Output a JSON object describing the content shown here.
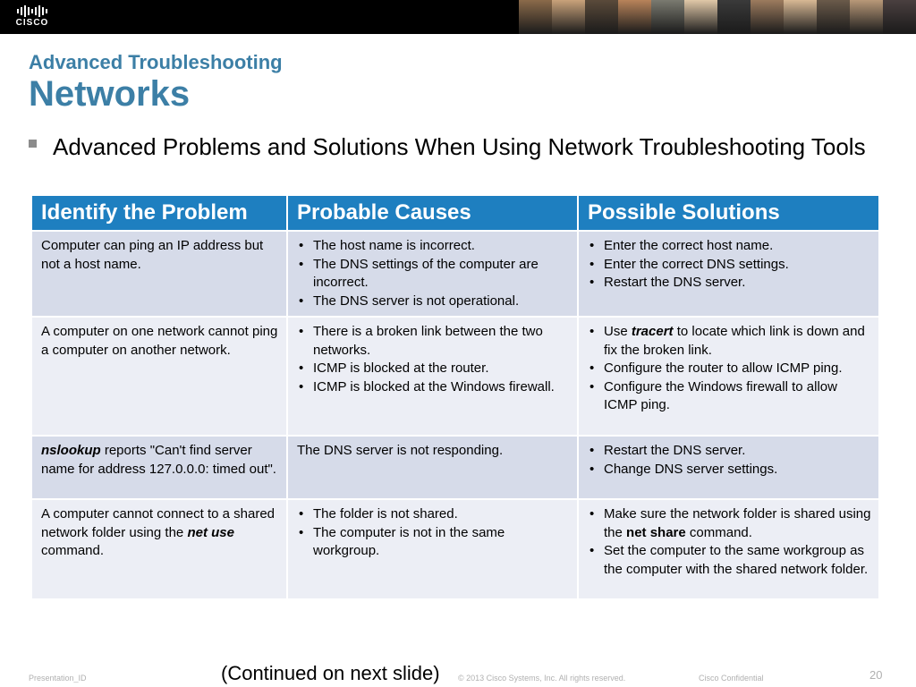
{
  "header": {
    "logo_text": "CISCO",
    "photo_colors": [
      "#8a6a4a",
      "#c9a27a",
      "#5a4a3a",
      "#b8835a",
      "#7a7a70",
      "#e0c8a8",
      "#3a3a3a",
      "#9c7b5e",
      "#d8b894",
      "#6a5a4a",
      "#b89878",
      "#4a4040"
    ]
  },
  "slide": {
    "subtitle": "Advanced Troubleshooting",
    "title": "Networks",
    "bullet": "Advanced Problems and Solutions When Using Network Troubleshooting Tools"
  },
  "table": {
    "headers": [
      "Identify the Problem",
      "Probable Causes",
      "Possible Solutions"
    ],
    "rows": [
      {
        "problem": "Computer can ping an IP address but not a host name.",
        "causes": [
          "The host name is incorrect.",
          "The DNS settings of the computer are incorrect.",
          "The DNS server is not operational."
        ],
        "solutions": [
          "Enter the correct host name.",
          "Enter the correct DNS settings.",
          "Restart the DNS server."
        ]
      },
      {
        "problem": "A computer on one network cannot ping a computer on another network.",
        "causes": [
          "There is a broken link between the two networks.",
          "ICMP is blocked at the router.",
          "ICMP is blocked at the Windows firewall."
        ],
        "solutions_1": {
          "pre": "Use ",
          "em": "tracert",
          "post": " to locate which link is down and fix the broken link."
        },
        "solutions_rest": [
          "Configure the router to allow ICMP ping.",
          "Configure the Windows firewall to allow ICMP ping."
        ]
      },
      {
        "problem_em": "nslookup",
        "problem_rest": " reports \"Can't find server name for address 127.0.0.0: timed out\".",
        "cause_text": "The DNS server is not responding.",
        "solutions": [
          "Restart the DNS server.",
          "Change DNS server settings."
        ]
      },
      {
        "problem_pre": "A computer cannot connect to a shared network folder using the ",
        "problem_em": "net use",
        "problem_post": " command.",
        "causes": [
          "The folder is not shared.",
          "The computer is not in the same workgroup."
        ],
        "solutions_1": {
          "pre": "Make sure the network folder is shared using the ",
          "bold": "net share",
          "post": " command."
        },
        "solutions_rest": [
          "Set the computer to the same workgroup as the computer with the shared network folder."
        ]
      }
    ]
  },
  "footer": {
    "presentation_id": "Presentation_ID",
    "continued": "(Continued on next slide)",
    "copyright": "© 2013 Cisco Systems, Inc. All rights reserved.",
    "confidential": "Cisco Confidential",
    "page_number": "20"
  }
}
